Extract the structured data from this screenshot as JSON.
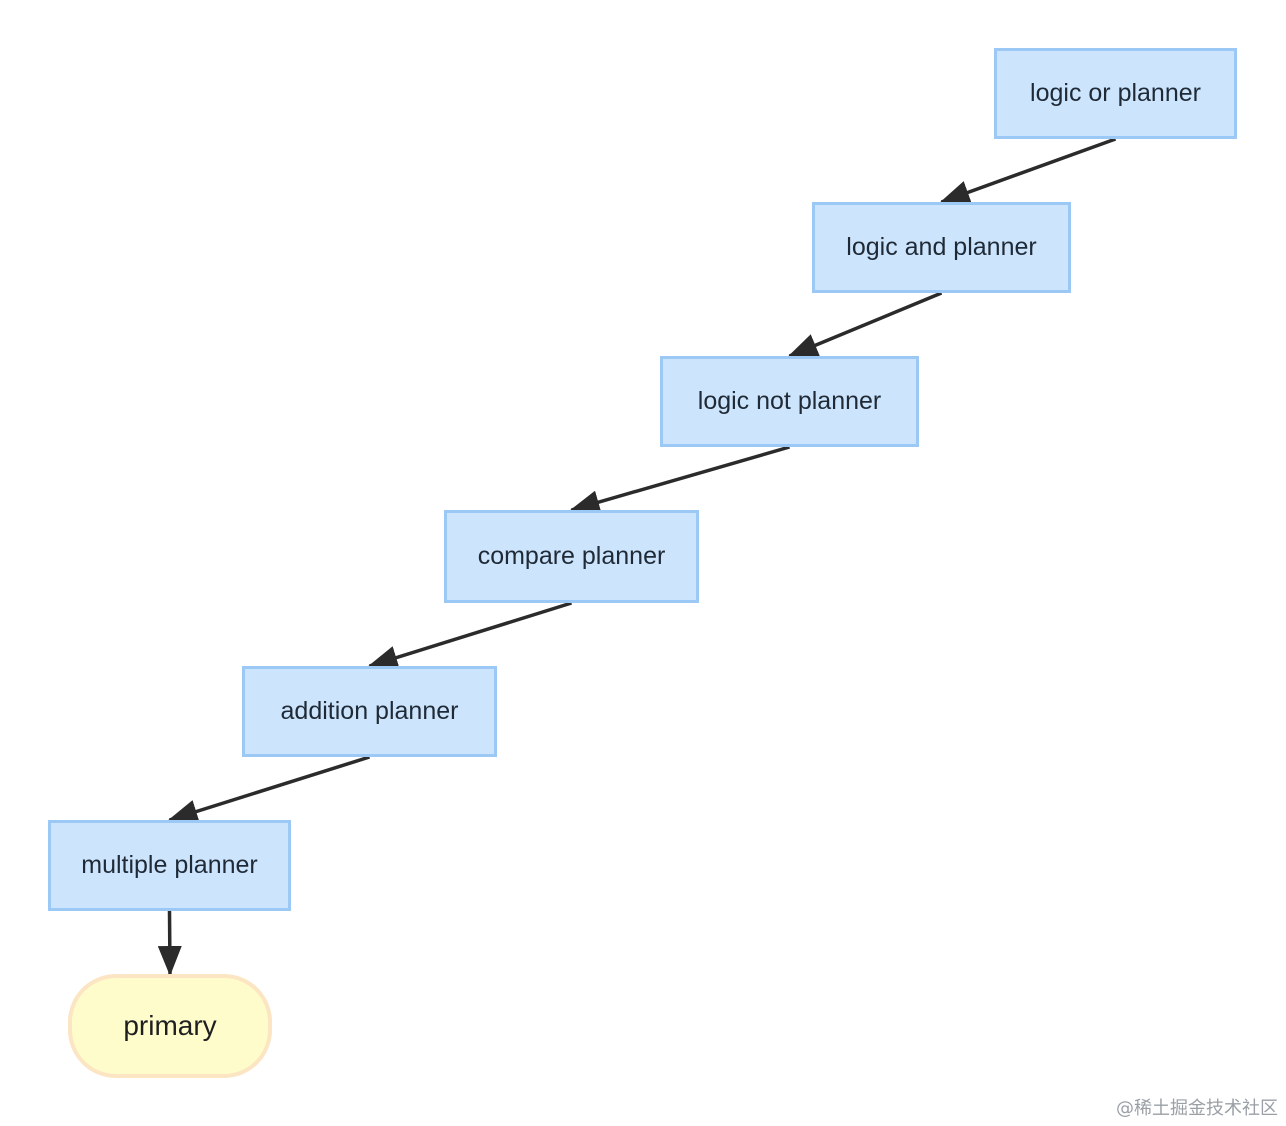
{
  "diagram": {
    "nodes": [
      {
        "id": "n1",
        "label": "logic or planner"
      },
      {
        "id": "n2",
        "label": "logic and planner"
      },
      {
        "id": "n3",
        "label": "logic not planner"
      },
      {
        "id": "n4",
        "label": "compare planner"
      },
      {
        "id": "n5",
        "label": "addition planner"
      },
      {
        "id": "n6",
        "label": "multiple planner"
      },
      {
        "id": "n7",
        "label": "primary"
      }
    ],
    "edges": [
      {
        "from": "n1",
        "to": "n2"
      },
      {
        "from": "n2",
        "to": "n3"
      },
      {
        "from": "n3",
        "to": "n4"
      },
      {
        "from": "n4",
        "to": "n5"
      },
      {
        "from": "n5",
        "to": "n6"
      },
      {
        "from": "n6",
        "to": "n7"
      }
    ]
  },
  "colors": {
    "node_fill": "#cce5fd",
    "node_border": "#9cc8f5",
    "terminal_fill": "#fffccc",
    "terminal_border": "#fbe5c2",
    "arrow": "#2b2b2b"
  },
  "watermark": "@稀土掘金技术社区"
}
